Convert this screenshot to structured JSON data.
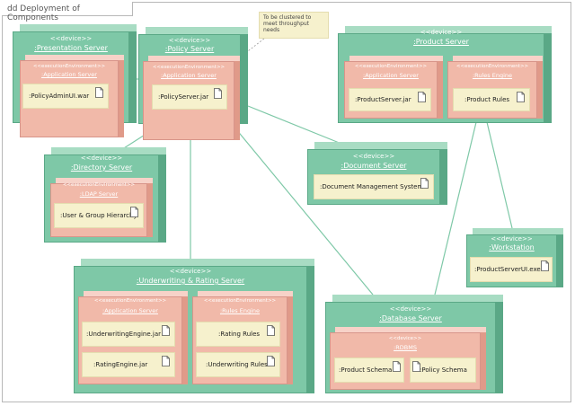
{
  "frame_title": "dd Deployment of Components",
  "note_text": "To be clustered to meet throughput needs",
  "stereo_device": "<<device>>",
  "stereo_env": "<<executionEnvironment>>",
  "nodes": {
    "presentation": {
      "name": ":Presentation Server",
      "env": ":Application Server",
      "artifact": ":PolicyAdminUI.war"
    },
    "policy": {
      "name": ":Policy Server",
      "env": ":Application Server",
      "artifact": ":PolicyServer.jar"
    },
    "product": {
      "name": ":Product Server",
      "env1": ":Application Server",
      "artifact1": ":ProductServer.jar",
      "env2": ":Rules Engine",
      "artifact2": ":Product Rules"
    },
    "directory": {
      "name": ":Directory Server",
      "env": ":LDAP Server",
      "artifact": ":User & Group Hierarchy"
    },
    "document": {
      "name": ":Document Server",
      "artifact": ":Document Management System"
    },
    "workstation": {
      "name": ":Workstation",
      "artifact": ":ProductServerUI.exe"
    },
    "underwriting": {
      "name": ":Underwriting & Rating Server",
      "env1": ":Application Server",
      "artifact1a": ":UnderwritingEngine.jar",
      "artifact1b": ":RatingEngine.jar",
      "env2": ":Rules Engine",
      "artifact2a": ":Rating Rules",
      "artifact2b": ":Underwriting Rules"
    },
    "database": {
      "name": ":Database Server",
      "env_stereo": "<<device>>",
      "env": ":RDBMS",
      "artifact1": ":Product Schema",
      "artifact2": ":Policy Schema"
    }
  }
}
